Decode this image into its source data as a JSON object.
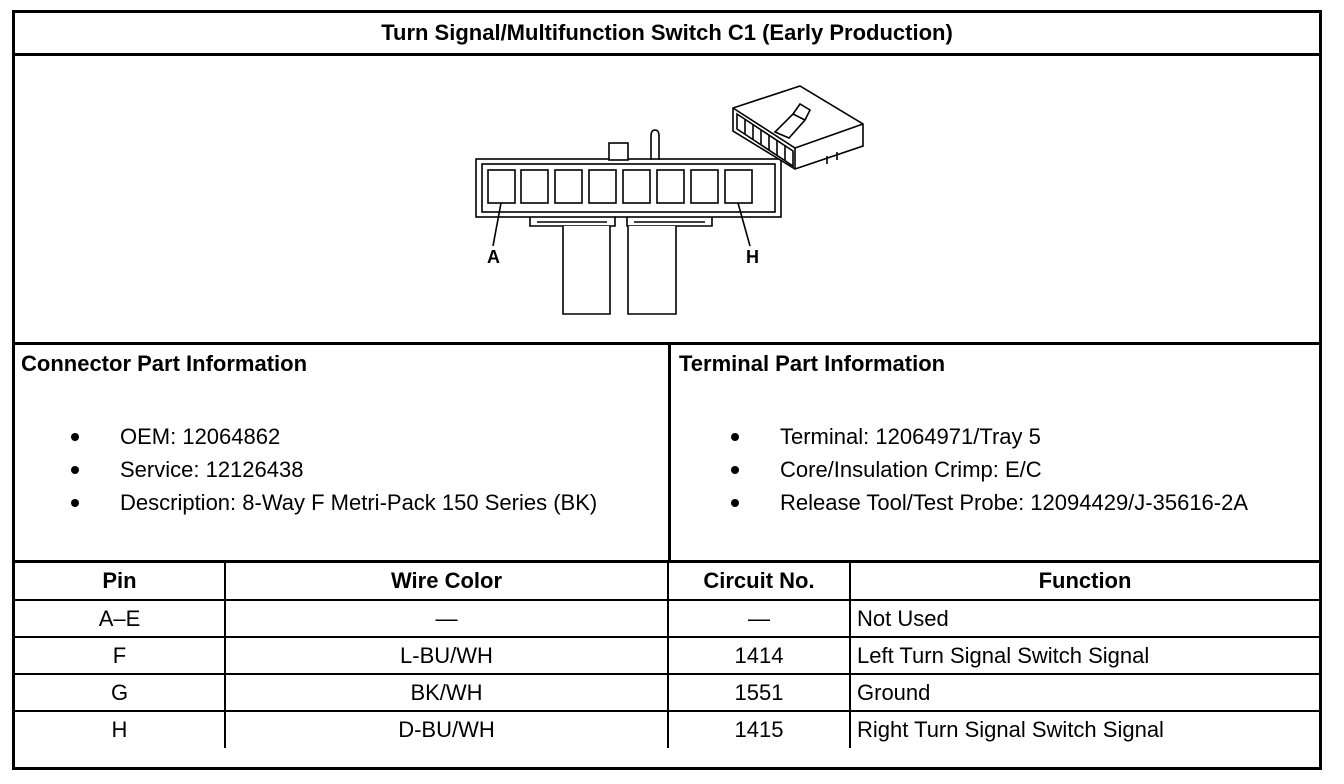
{
  "title": "Turn Signal/Multifunction Switch C1 (Early Production)",
  "diagram": {
    "pin_label_left": "A",
    "pin_label_right": "H"
  },
  "connector_info": {
    "heading": "Connector Part Information",
    "items": [
      "OEM: 12064862",
      "Service: 12126438",
      "Description: 8-Way F Metri-Pack 150 Series (BK)"
    ]
  },
  "terminal_info": {
    "heading": "Terminal Part Information",
    "items": [
      "Terminal: 12064971/Tray 5",
      "Core/Insulation Crimp: E/C",
      "Release Tool/Test Probe: 12094429/J-35616-2A"
    ]
  },
  "pin_table": {
    "headers": [
      "Pin",
      "Wire Color",
      "Circuit No.",
      "Function"
    ],
    "rows": [
      [
        "A–E",
        "—",
        "—",
        "Not Used"
      ],
      [
        "F",
        "L-BU/WH",
        "1414",
        "Left Turn Signal Switch Signal"
      ],
      [
        "G",
        "BK/WH",
        "1551",
        "Ground"
      ],
      [
        "H",
        "D-BU/WH",
        "1415",
        "Right Turn Signal Switch Signal"
      ]
    ]
  }
}
